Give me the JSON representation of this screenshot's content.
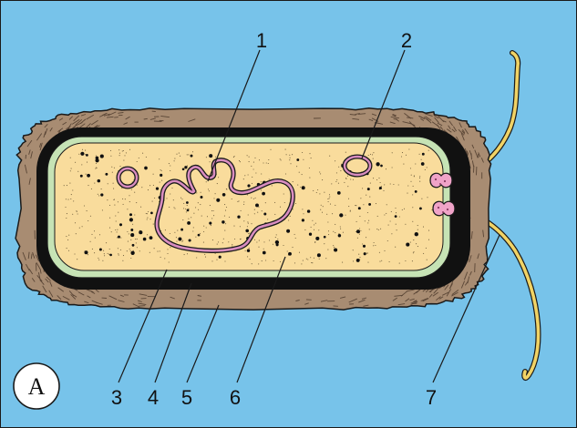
{
  "panel_label": "A",
  "labels": {
    "l1": "1",
    "l2": "2",
    "l3": "3",
    "l4": "4",
    "l5": "5",
    "l6": "6",
    "l7": "7"
  },
  "colors": {
    "background": "#77c3ea",
    "capsule": "#a88c72",
    "cell_wall": "#111111",
    "membrane": "#c6e3b5",
    "cytoplasm": "#f9dc9c",
    "nucleoid": "#d98dc0",
    "basal_body": "#f0a3c8",
    "flagellum": "#f1d365",
    "outline": "#1a1a1a"
  }
}
